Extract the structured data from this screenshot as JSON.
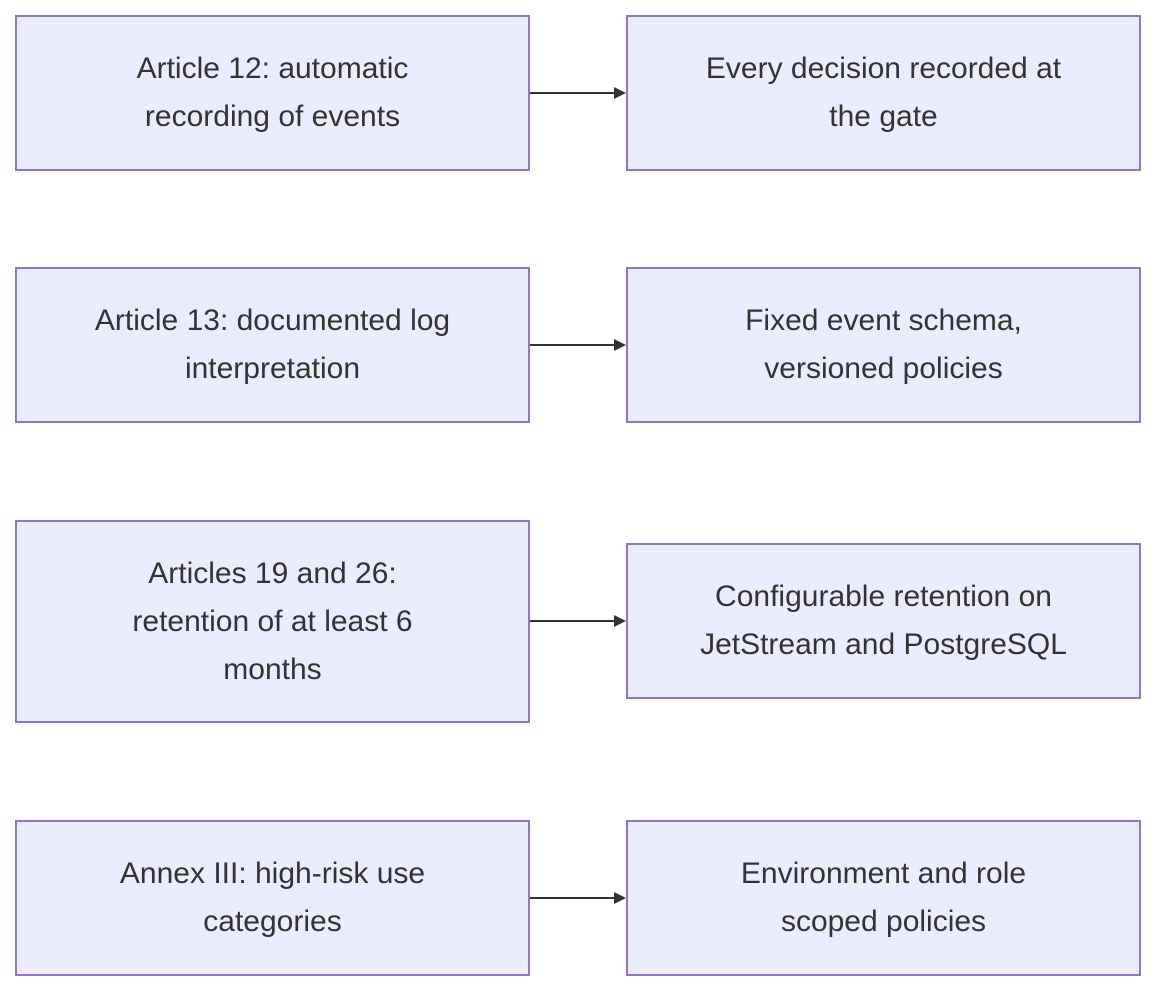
{
  "nodes": {
    "article12": "Article 12: automatic recording of events",
    "every_decision": "Every decision recorded at the gate",
    "article13": "Article 13: documented log interpretation",
    "fixed_schema": "Fixed event schema, versioned policies",
    "articles19_26": "Articles 19 and 26: retention of at least 6 months",
    "configurable_retention": "Configurable retention on JetStream and PostgreSQL",
    "annex3": "Annex III: high-risk use categories",
    "environment_role": "Environment and role scoped policies"
  },
  "edges": [
    {
      "from": "article12",
      "to": "every_decision"
    },
    {
      "from": "article13",
      "to": "fixed_schema"
    },
    {
      "from": "articles19_26",
      "to": "configurable_retention"
    },
    {
      "from": "annex3",
      "to": "environment_role"
    }
  ],
  "colors": {
    "node_fill": "#ececff",
    "node_border": "#9370db",
    "text": "#333333",
    "edge": "#333333"
  }
}
